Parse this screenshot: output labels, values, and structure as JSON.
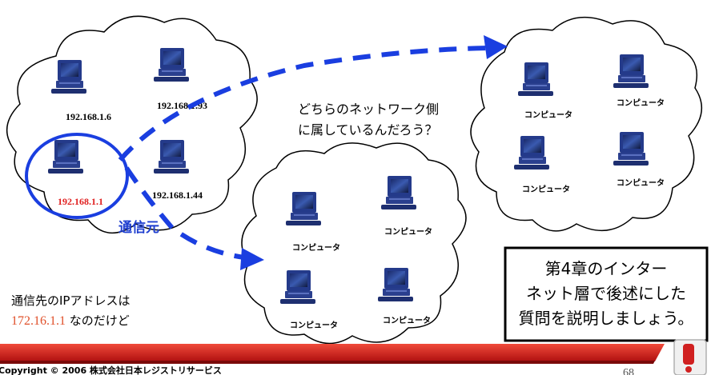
{
  "source_cloud": {
    "hosts": [
      {
        "ip": "192.168.1.6"
      },
      {
        "ip": "192.168.1.93"
      },
      {
        "ip": "192.168.1.1"
      },
      {
        "ip": "192.168.1.44"
      }
    ],
    "source_label": "通信元"
  },
  "network_a": {
    "computers": [
      "コンピュータ",
      "コンピュータ",
      "コンピュータ",
      "コンピュータ"
    ]
  },
  "network_b": {
    "computers": [
      "コンピュータ",
      "コンピュータ",
      "コンピュータ",
      "コンピュータ"
    ]
  },
  "question": {
    "line1": "どちらのネットワーク側",
    "line2": "に属しているんだろう？"
  },
  "destination_note": {
    "line1": "通信先のIPアドレスは",
    "ip": "172.16.1.1",
    "suffix": " なのだけど"
  },
  "callout": {
    "line1": "第4章のインター",
    "line2": "ネット層で後述にした",
    "line3": "質問を説明しましょう。"
  },
  "footer": {
    "copyright": "Copyright © 2006 株式会社日本レジストリサービス",
    "page_number": "68"
  },
  "colors": {
    "arrow": "#1a3ee0",
    "highlight_ring": "#1a3ee0",
    "footer_band": "#d32020",
    "source_ip": "#e02020"
  }
}
